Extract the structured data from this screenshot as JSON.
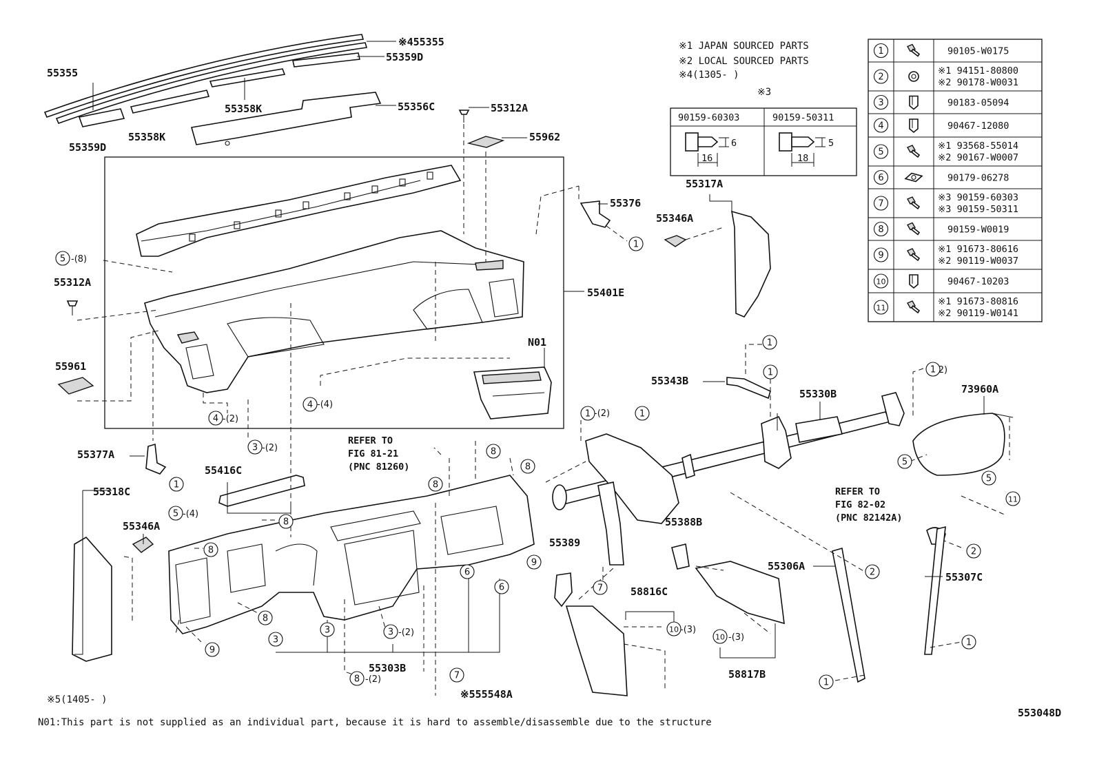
{
  "notes": {
    "japan": "※1 JAPAN SOURCED PARTS",
    "local": "※2 LOCAL SOURCED PARTS",
    "date4": "※4(1305-    )",
    "date5": "※5(1405-    )",
    "n01": "N01:This part is not supplied as an individual part, because it is hard to assemble/disassemble due to the structure",
    "diagram_id": "553048D"
  },
  "callouts": [
    {
      "key": "c55355a",
      "text": "※455355"
    },
    {
      "key": "c55355",
      "text": "55355"
    },
    {
      "key": "c55359Da",
      "text": "55359D"
    },
    {
      "key": "c55358Ka",
      "text": "55358K"
    },
    {
      "key": "c55356C",
      "text": "55356C"
    },
    {
      "key": "c55312Aa",
      "text": "55312A"
    },
    {
      "key": "c55359Db",
      "text": "55359D"
    },
    {
      "key": "c55358Kb",
      "text": "55358K"
    },
    {
      "key": "c55962",
      "text": "55962"
    },
    {
      "key": "c55376",
      "text": "55376"
    },
    {
      "key": "c55317A",
      "text": "55317A"
    },
    {
      "key": "c55346Aa",
      "text": "55346A"
    },
    {
      "key": "c55312Ab",
      "text": "55312A"
    },
    {
      "key": "c55401E",
      "text": "55401E"
    },
    {
      "key": "cN01",
      "text": "N01"
    },
    {
      "key": "c55961",
      "text": "55961"
    },
    {
      "key": "c55343B",
      "text": "55343B"
    },
    {
      "key": "c55330B",
      "text": "55330B"
    },
    {
      "key": "c73960A",
      "text": "73960A"
    },
    {
      "key": "c55377A",
      "text": "55377A"
    },
    {
      "key": "c55416C",
      "text": "55416C"
    },
    {
      "key": "c55318C",
      "text": "55318C"
    },
    {
      "key": "c55346Ab",
      "text": "55346A"
    },
    {
      "key": "c55389",
      "text": "55389"
    },
    {
      "key": "c55388B",
      "text": "55388B"
    },
    {
      "key": "c55306A",
      "text": "55306A"
    },
    {
      "key": "c55307C",
      "text": "55307C"
    },
    {
      "key": "c58816C",
      "text": "58816C"
    },
    {
      "key": "c58817B",
      "text": "58817B"
    },
    {
      "key": "c55303B",
      "text": "55303B"
    },
    {
      "key": "c55548A",
      "text": "※555548A"
    }
  ],
  "refers": [
    {
      "key": "r1a",
      "text": "REFER TO"
    },
    {
      "key": "r1b",
      "text": "FIG 81-21"
    },
    {
      "key": "r1c",
      "text": "(PNC 81260)"
    },
    {
      "key": "r2a",
      "text": "REFER TO"
    },
    {
      "key": "r2b",
      "text": "FIG 82-02"
    },
    {
      "key": "r2c",
      "text": "(PNC 82142A)"
    }
  ],
  "qty_labels": [
    {
      "key": "q5_8",
      "text": "-(8)"
    },
    {
      "key": "q4_2",
      "text": "-(2)"
    },
    {
      "key": "q4_4",
      "text": "-(4)"
    },
    {
      "key": "q3_2a",
      "text": "-(2)"
    },
    {
      "key": "q5_4",
      "text": "-(4)"
    },
    {
      "key": "q1_2a",
      "text": "-(2)"
    },
    {
      "key": "q1_2b",
      "text": "-(2)"
    },
    {
      "key": "q10_3a",
      "text": "-(3)"
    },
    {
      "key": "q10_3b",
      "text": "-(3)"
    },
    {
      "key": "q3_2b",
      "text": "-(2)"
    },
    {
      "key": "q8_2",
      "text": "-(2)"
    }
  ],
  "bolt_table": {
    "marker": "※3",
    "headers": [
      "90159-60303",
      "90159-50311"
    ],
    "dims": [
      {
        "d": "6",
        "l": "16"
      },
      {
        "d": "5",
        "l": "18"
      }
    ]
  },
  "parts_table": [
    {
      "idx": "1",
      "icon": "bolt-icon",
      "lines": [
        "90105-W0175"
      ]
    },
    {
      "idx": "2",
      "icon": "nut-icon",
      "lines": [
        "※1 94151-80800",
        "※2 90178-W0031"
      ]
    },
    {
      "idx": "3",
      "icon": "clip-icon",
      "lines": [
        "90183-05094"
      ]
    },
    {
      "idx": "4",
      "icon": "clip-icon",
      "lines": [
        "90467-12080"
      ]
    },
    {
      "idx": "5",
      "icon": "bolt-icon",
      "lines": [
        "※1 93568-55014",
        "※2 90167-W0007"
      ]
    },
    {
      "idx": "6",
      "icon": "nut-plate-icon",
      "lines": [
        "90179-06278"
      ]
    },
    {
      "idx": "7",
      "icon": "bolt-icon",
      "lines": [
        "※3 90159-60303",
        "※3 90159-50311"
      ]
    },
    {
      "idx": "8",
      "icon": "bolt-icon",
      "lines": [
        "90159-W0019"
      ]
    },
    {
      "idx": "9",
      "icon": "bolt-icon",
      "lines": [
        "※1 91673-80616",
        "※2 90119-W0037"
      ]
    },
    {
      "idx": "10",
      "icon": "clip-icon",
      "lines": [
        "90467-10203"
      ]
    },
    {
      "idx": "11",
      "icon": "bolt-icon",
      "lines": [
        "※1 91673-80816",
        "※2 90119-W0141"
      ]
    }
  ],
  "markers": [
    {
      "key": "m5a",
      "n": "5"
    },
    {
      "key": "m4a",
      "n": "4"
    },
    {
      "key": "m4b",
      "n": "4"
    },
    {
      "key": "m3a",
      "n": "3"
    },
    {
      "key": "m1a",
      "n": "1"
    },
    {
      "key": "m1b",
      "n": "1"
    },
    {
      "key": "m1c",
      "n": "1"
    },
    {
      "key": "m1d",
      "n": "1"
    },
    {
      "key": "m1e",
      "n": "1"
    },
    {
      "key": "m1f",
      "n": "1"
    },
    {
      "key": "m1g",
      "n": "1"
    },
    {
      "key": "m1h",
      "n": "1"
    },
    {
      "key": "m1i",
      "n": "1"
    },
    {
      "key": "m5b",
      "n": "5"
    },
    {
      "key": "m5c",
      "n": "5"
    },
    {
      "key": "m5d",
      "n": "5"
    },
    {
      "key": "m11",
      "n": "11"
    },
    {
      "key": "m8a",
      "n": "8"
    },
    {
      "key": "m8b",
      "n": "8"
    },
    {
      "key": "m8c",
      "n": "8"
    },
    {
      "key": "m8d",
      "n": "8"
    },
    {
      "key": "m8e",
      "n": "8"
    },
    {
      "key": "m8f",
      "n": "8"
    },
    {
      "key": "m8g",
      "n": "8"
    },
    {
      "key": "m9a",
      "n": "9"
    },
    {
      "key": "m9b",
      "n": "9"
    },
    {
      "key": "m6a",
      "n": "6"
    },
    {
      "key": "m6b",
      "n": "6"
    },
    {
      "key": "m3b",
      "n": "3"
    },
    {
      "key": "m3c",
      "n": "3"
    },
    {
      "key": "m3d",
      "n": "3"
    },
    {
      "key": "m7a",
      "n": "7"
    },
    {
      "key": "m7b",
      "n": "7"
    },
    {
      "key": "m2a",
      "n": "2"
    },
    {
      "key": "m2b",
      "n": "2"
    },
    {
      "key": "m10a",
      "n": "10"
    },
    {
      "key": "m10b",
      "n": "10"
    },
    {
      "key": "m8h",
      "n": "8"
    },
    {
      "key": "m1j",
      "n": "1"
    },
    {
      "key": "m1k",
      "n": "1"
    }
  ]
}
